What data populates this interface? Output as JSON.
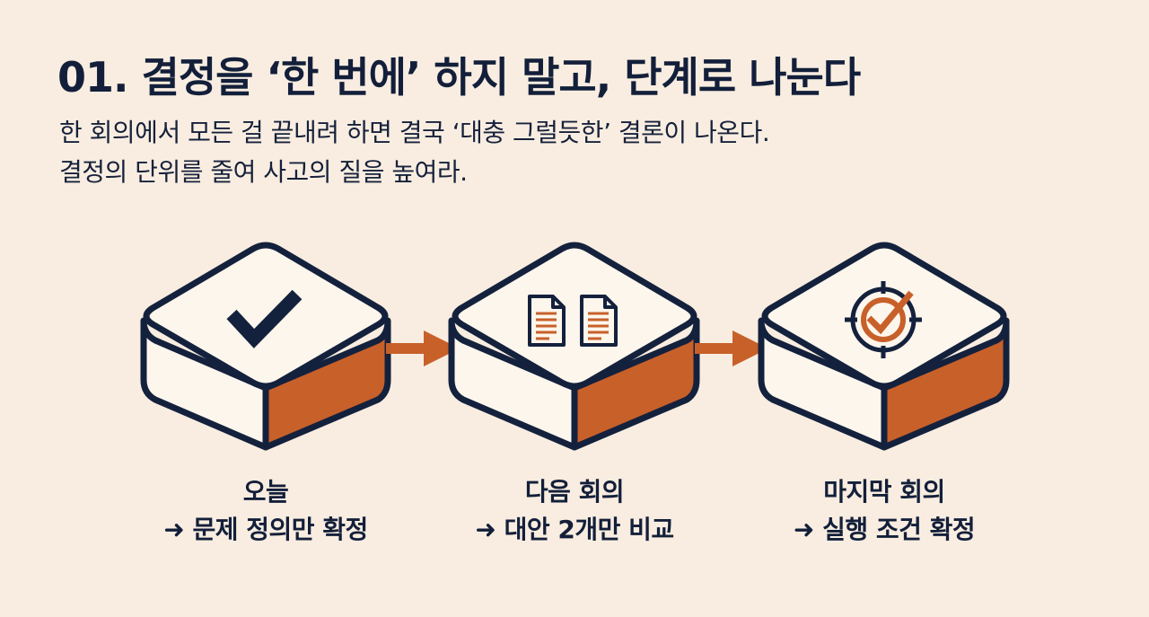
{
  "heading": {
    "title": "01. 결정을 ‘한 번에’ 하지 말고, 단계로 나눈다",
    "lines": [
      "한 회의에서 모든 걸 끝내려 하면 결국 ‘대충 그럴듯한’ 결론이 나온다.",
      "결정의 단위를 줄여 사고의 질을 높여라."
    ]
  },
  "steps": [
    {
      "icon": "checkmark-icon",
      "label": "오늘",
      "detail": "➜ 문제 정의만 확정"
    },
    {
      "icon": "documents-icon",
      "label": "다음 회의",
      "detail": "➜ 대안 2개만 비교"
    },
    {
      "icon": "target-check-icon",
      "label": "마지막 회의",
      "detail": "➜ 실행 조건 확정"
    }
  ],
  "colors": {
    "background": "#f8ede0",
    "navy": "#14213d",
    "accent": "#c8602a",
    "box_face": "#fdf6ec"
  }
}
